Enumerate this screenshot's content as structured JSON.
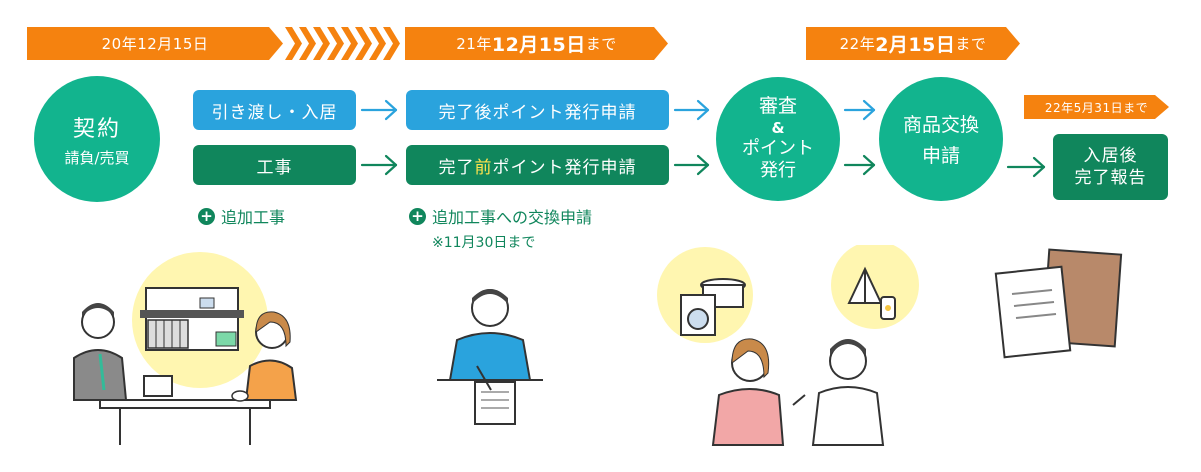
{
  "timeline": {
    "start": "20年12月15日",
    "mid": {
      "prefix": "21年",
      "bold": "12月15日",
      "suffix": "まで"
    },
    "review": {
      "prefix": "22年",
      "bold": "2月15日",
      "suffix": "まで"
    },
    "report": "22年5月31日まで"
  },
  "contract": {
    "title": "契約",
    "sub": "請負/売買"
  },
  "rows": {
    "blue": {
      "left": "引き渡し・入居",
      "right": "完了後ポイント発行申請"
    },
    "green": {
      "left": "工事",
      "right_prefix": "完了",
      "right_highlight": "前",
      "right_suffix": "ポイント発行申請"
    }
  },
  "review": {
    "line1": "審査",
    "line2": "&",
    "line3": "ポイント",
    "line4": "発行"
  },
  "exchange": {
    "line1": "商品交換",
    "line2": "申請"
  },
  "report_box": {
    "line1": "入居後",
    "line2": "完了報告"
  },
  "extras": {
    "add_work": "追加工事",
    "add_exchange": "追加工事への交換申請",
    "note": "※11月30日まで",
    "plus": "+"
  },
  "colors": {
    "orange": "#f5820f",
    "blue": "#2aa3dd",
    "green": "#10865c",
    "teal": "#12b48e",
    "yellow": "#fff6b0"
  }
}
